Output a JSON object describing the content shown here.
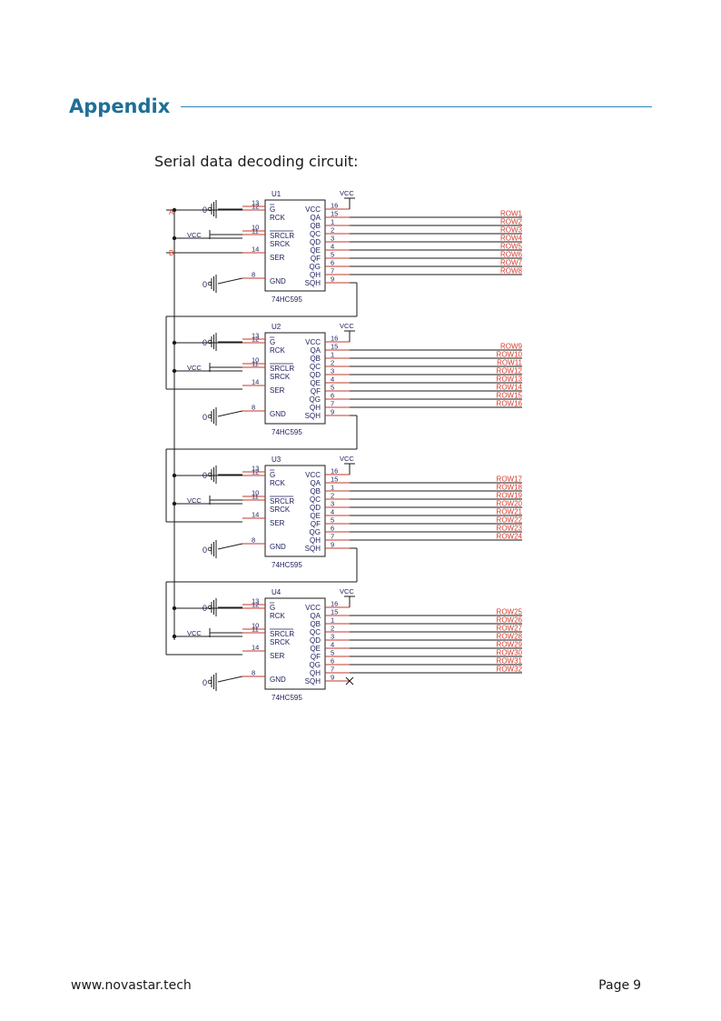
{
  "heading": {
    "title": "Appendix"
  },
  "caption": "Serial data decoding circuit:",
  "schematic": {
    "chips": [
      {
        "ref": "U1",
        "part": "74HC595",
        "rows": [
          "ROW1",
          "ROW2",
          "ROW3",
          "ROW4",
          "ROW5",
          "ROW6",
          "ROW7",
          "ROW8"
        ],
        "sqh_end": "cascade"
      },
      {
        "ref": "U2",
        "part": "74HC595",
        "rows": [
          "ROW9",
          "ROW10",
          "ROW11",
          "ROW12",
          "ROW13",
          "ROW14",
          "ROW15",
          "ROW16"
        ],
        "sqh_end": "cascade"
      },
      {
        "ref": "U3",
        "part": "74HC595",
        "rows": [
          "ROW17",
          "ROW18",
          "ROW19",
          "ROW20",
          "ROW21",
          "ROW22",
          "ROW23",
          "ROW24"
        ],
        "sqh_end": "cascade"
      },
      {
        "ref": "U4",
        "part": "74HC595",
        "rows": [
          "ROW25",
          "ROW26",
          "ROW27",
          "ROW28",
          "ROW29",
          "ROW30",
          "ROW31",
          "ROW32"
        ],
        "sqh_end": "no-connect"
      }
    ],
    "left_pins": [
      {
        "num": "13",
        "name": "G",
        "overbar": true
      },
      {
        "num": "12",
        "name": "RCK",
        "overbar": false
      },
      {
        "num": "10",
        "name": "SRCLR",
        "overbar": true
      },
      {
        "num": "11",
        "name": "SRCK",
        "overbar": false
      },
      {
        "num": "14",
        "name": "SER",
        "overbar": false
      },
      {
        "num": "8",
        "name": "GND",
        "overbar": false
      }
    ],
    "right_pins": [
      {
        "num": "16",
        "name": "VCC"
      },
      {
        "num": "15",
        "name": "QA"
      },
      {
        "num": "1",
        "name": "QB"
      },
      {
        "num": "2",
        "name": "QC"
      },
      {
        "num": "3",
        "name": "QD"
      },
      {
        "num": "4",
        "name": "QE"
      },
      {
        "num": "5",
        "name": "QF"
      },
      {
        "num": "6",
        "name": "QG"
      },
      {
        "num": "7",
        "name": "QH"
      },
      {
        "num": "9",
        "name": "SQH"
      }
    ],
    "power_label": "VCC",
    "ground_label": "0",
    "net_a": "A",
    "net_b": "B"
  },
  "footer": {
    "website": "www.novastar.tech",
    "page_label": "Page",
    "page_number": "9"
  },
  "colors": {
    "heading": "#1f6f96",
    "rule": "#2d86b5",
    "wire": "#1a1a1a",
    "pin": "#c0392b",
    "label": "#1c1c5c",
    "row": "#d63a2a"
  }
}
